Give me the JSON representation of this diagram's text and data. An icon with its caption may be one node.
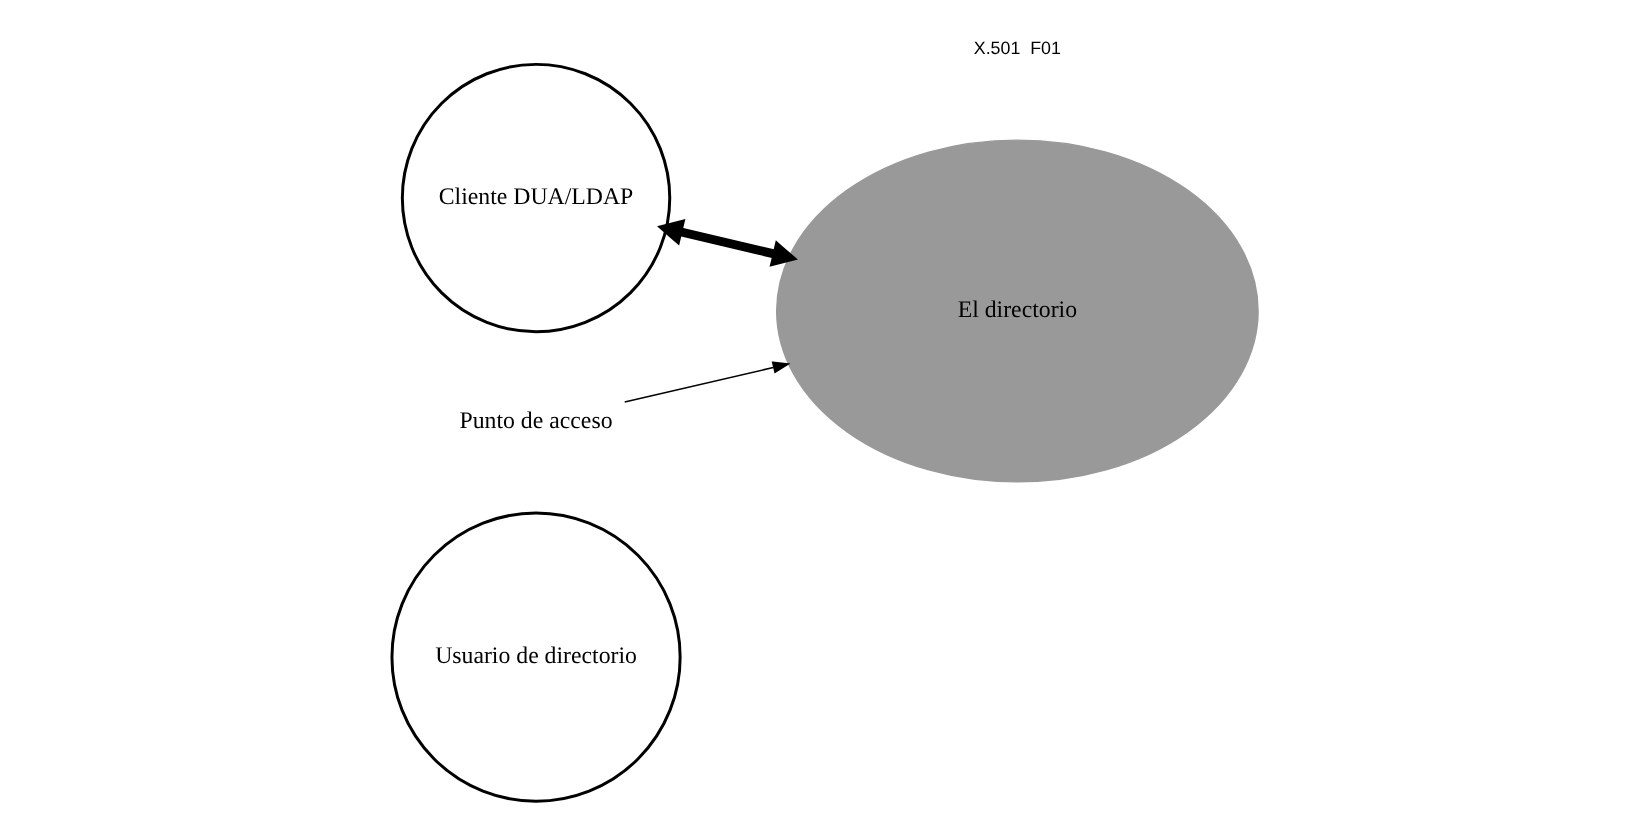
{
  "diagram": {
    "nodes": [
      {
        "text": [
          "Usuario de directorio"
        ]
      },
      {
        "text": [
          "Cliente DUA/LDAP"
        ]
      },
      {
        "text": [
          "El directorio"
        ]
      },
      {
        "text": [
          "Punto de acceso"
        ]
      }
    ],
    "edges": [
      {
        "from": 1,
        "to": 2,
        "arrow": "both",
        "style": "thick"
      },
      {
        "from": 3,
        "to": 2,
        "arrow": "to"
      }
    ],
    "labels": [
      "X.501  F01"
    ]
  }
}
